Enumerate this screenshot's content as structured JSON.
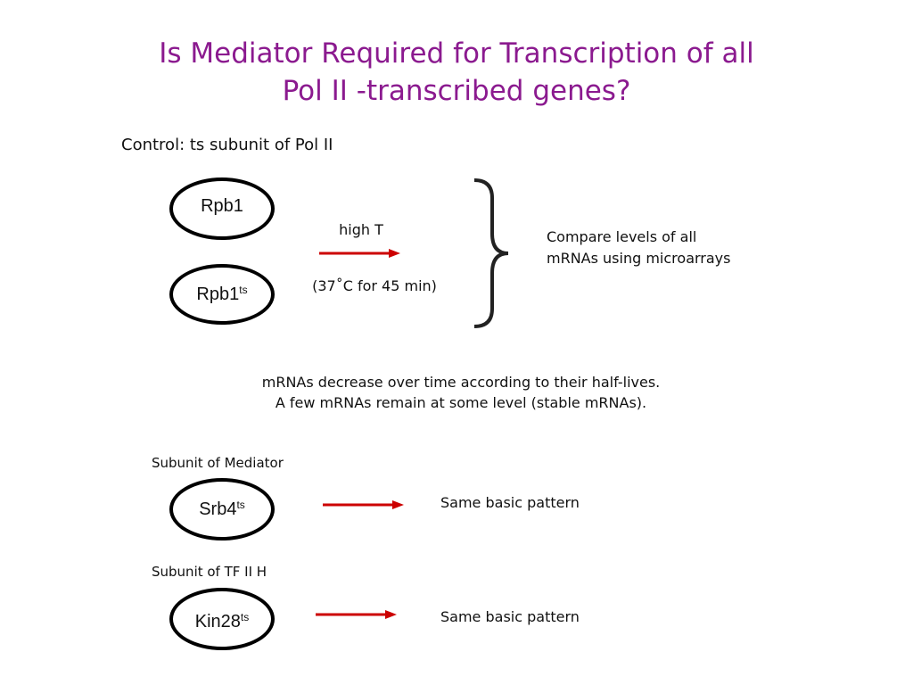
{
  "slide": {
    "title_line1": "Is Mediator Required for Transcription of all",
    "title_line2": "Pol II -transcribed genes?",
    "control_label": "Control: ts subunit of Pol II",
    "rpb1_label": "Rpb1",
    "rpb1ts_label": "Rpb1",
    "rpb1ts_sup": "ts",
    "arrow_above": "high T",
    "arrow_below": "(37˚C for 45 min)",
    "compare_line1": "Compare levels of all",
    "compare_line2": "mRNAs using microarrays",
    "decrease_line1": "mRNAs decrease over time according to their half-lives.",
    "decrease_line2": "A few mRNAs remain at some level (stable mRNAs).",
    "mediator_caption": "Subunit of Mediator",
    "srb4_label": "Srb4",
    "srb4_sup": "ts",
    "srb4_result": "Same basic pattern",
    "tfiih_caption": "Subunit of TF II H",
    "kin28_label": "Kin28",
    "kin28_sup": "ts",
    "kin28_result": "Same basic pattern"
  },
  "colors": {
    "title": "#8b1a8f",
    "arrow": "#cc0000"
  }
}
